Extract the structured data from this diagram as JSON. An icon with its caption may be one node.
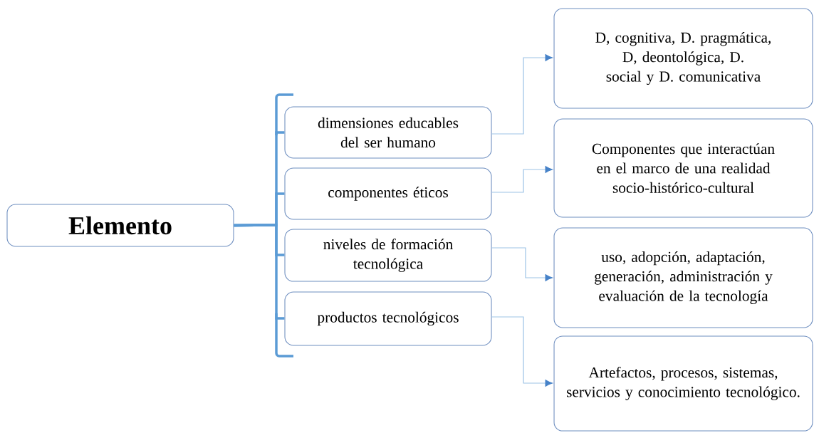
{
  "diagram": {
    "nodes": [
      {
        "text": [
          "Elemento"
        ]
      },
      {
        "text": [
          "dimensiones educables del ser humano"
        ]
      },
      {
        "text": [
          "componentes éticos"
        ]
      },
      {
        "text": [
          "niveles de formación tecnológica"
        ]
      },
      {
        "text": [
          "productos tecnológicos"
        ]
      },
      {
        "text": [
          "D, cognitiva, D. pragmática, D, deontológica, D. social y D. comunicativa"
        ]
      },
      {
        "text": [
          "Componentes que interactúan en el marco de una realidad socio-histórico-cultural"
        ]
      },
      {
        "text": [
          "uso, adopción, adaptación, generación, administración y evaluación de la tecnología"
        ]
      },
      {
        "text": [
          "Artefactos, procesos, sistemas, servicios y conocimiento tecnológico."
        ]
      }
    ],
    "edges": [
      {
        "from": 0,
        "to": 1,
        "arrow": "none",
        "style": "thick",
        "color": "#5b9bd5"
      },
      {
        "from": 0,
        "to": 2,
        "arrow": "none",
        "style": "thick",
        "color": "#5b9bd5"
      },
      {
        "from": 0,
        "to": 3,
        "arrow": "none",
        "style": "thick",
        "color": "#5b9bd5"
      },
      {
        "from": 0,
        "to": 4,
        "arrow": "none",
        "style": "thick",
        "color": "#5b9bd5"
      },
      {
        "from": 1,
        "to": 5,
        "arrow": "to"
      },
      {
        "from": 2,
        "to": 6,
        "arrow": "to"
      },
      {
        "from": 3,
        "to": 7,
        "arrow": "to"
      },
      {
        "from": 4,
        "to": 8,
        "arrow": "to"
      }
    ]
  }
}
